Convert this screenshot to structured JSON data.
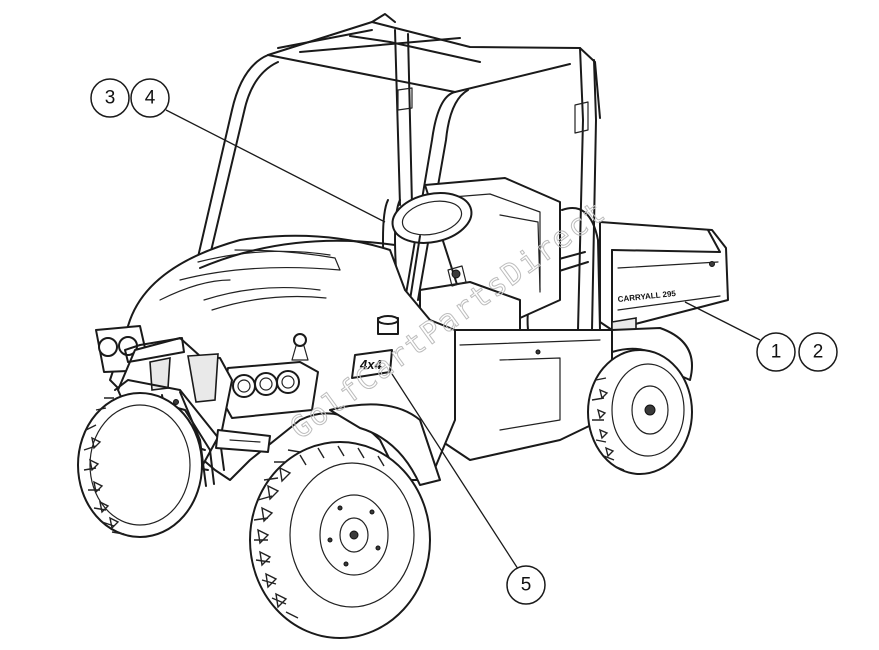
{
  "callouts": [
    {
      "label": "1"
    },
    {
      "label": "2"
    },
    {
      "label": "3"
    },
    {
      "label": "4"
    },
    {
      "label": "5"
    }
  ],
  "decals": {
    "hood_badge": "4x4",
    "bed_side": "CARRYALL 295"
  },
  "watermark": "GolfCartPartsDirect"
}
